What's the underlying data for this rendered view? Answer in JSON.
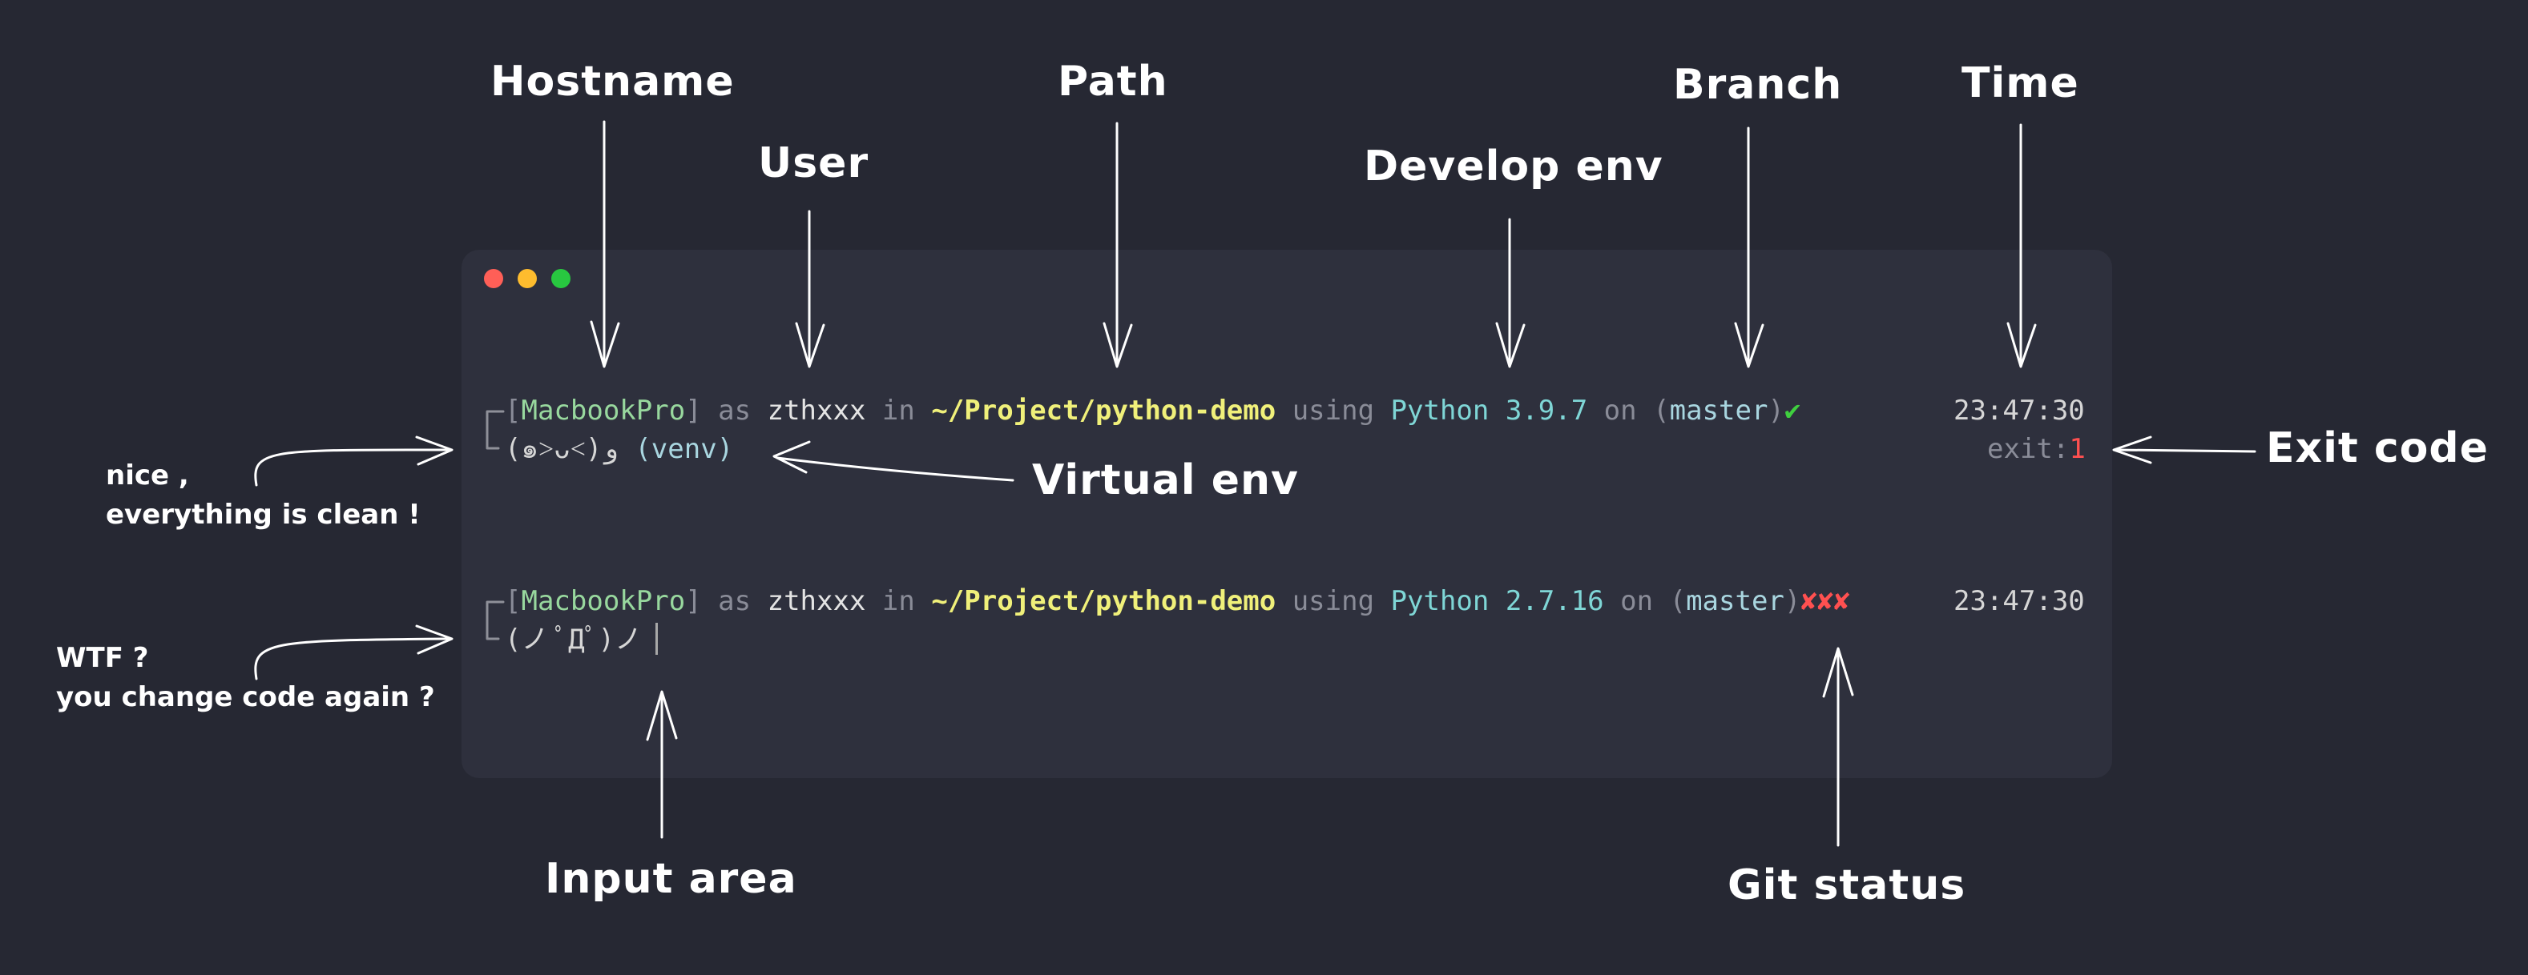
{
  "annotations": {
    "hostname": "Hostname",
    "user": "User",
    "path": "Path",
    "develop_env": "Develop env",
    "branch": "Branch",
    "time": "Time",
    "exit_code": "Exit code",
    "virtual_env": "Virtual env",
    "input_area": "Input area",
    "git_status": "Git status",
    "clean_note_line1": "nice ,",
    "clean_note_line2": "everything is clean !",
    "dirty_note_line1": "WTF ?",
    "dirty_note_line2": "you change code again ?"
  },
  "window_controls": {
    "close_color": "#ff5f57",
    "minimize_color": "#febc2e",
    "maximize_color": "#28c840"
  },
  "prompt1": {
    "host": "MacbookPro",
    "as": "as",
    "user": "zthxxx",
    "in": "in",
    "path": "~/Project/python-demo",
    "using": "using",
    "language": "Python 3.9.7",
    "on": "on",
    "branch": "master",
    "git_status": "✔",
    "time": "23:47:30",
    "face": "(๑˃ᴗ˂)ﻭ",
    "venv": "venv",
    "exit_label": "exit:",
    "exit_code": "1"
  },
  "prompt2": {
    "host": "MacbookPro",
    "as": "as",
    "user": "zthxxx",
    "in": "in",
    "path": "~/Project/python-demo",
    "using": "using",
    "language": "Python 2.7.16",
    "on": "on",
    "branch": "master",
    "git_status": "✘✘✘",
    "time": "23:47:30",
    "face": "(ノ ﾟДﾟ)ノ"
  }
}
